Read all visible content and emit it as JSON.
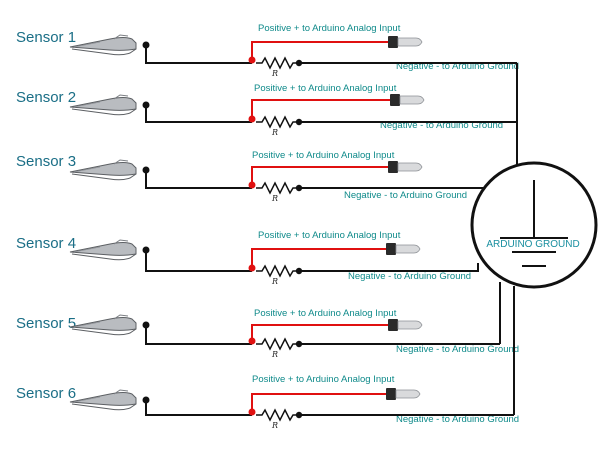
{
  "sensors": [
    {
      "label": "Sensor 1",
      "positive": "Positive +  to Arduino Analog Input",
      "negative": "Negative -  to Arduino Ground",
      "resistor": "R"
    },
    {
      "label": "Sensor 2",
      "positive": "Positive +  to Arduino Analog Input",
      "negative": "Negative -  to Arduino Ground",
      "resistor": "R"
    },
    {
      "label": "Sensor 3",
      "positive": "Positive +  to Arduino Analog Input",
      "negative": "Negative -  to Arduino Ground",
      "resistor": "R"
    },
    {
      "label": "Sensor 4",
      "positive": "Positive +  to Arduino Analog Input",
      "negative": "Negative -  to Arduino Ground",
      "resistor": "R"
    },
    {
      "label": "Sensor 5",
      "positive": "Positive +  to Arduino Analog Input",
      "negative": "Negative -  to Arduino Ground",
      "resistor": "R"
    },
    {
      "label": "Sensor 6",
      "positive": "Positive +  to Arduino Analog Input",
      "negative": "Negative -  to Arduino Ground",
      "resistor": "R"
    }
  ],
  "ground": {
    "label": "ARDUINO GROUND"
  },
  "colors": {
    "wire_black": "#111111",
    "wire_red": "#e01010",
    "text_teal": "#0f8a8a"
  },
  "icons": {
    "clip": "alligator-clip-icon",
    "plug": "banana-plug-icon",
    "resistor": "resistor-icon",
    "ground": "ground-symbol-icon"
  }
}
